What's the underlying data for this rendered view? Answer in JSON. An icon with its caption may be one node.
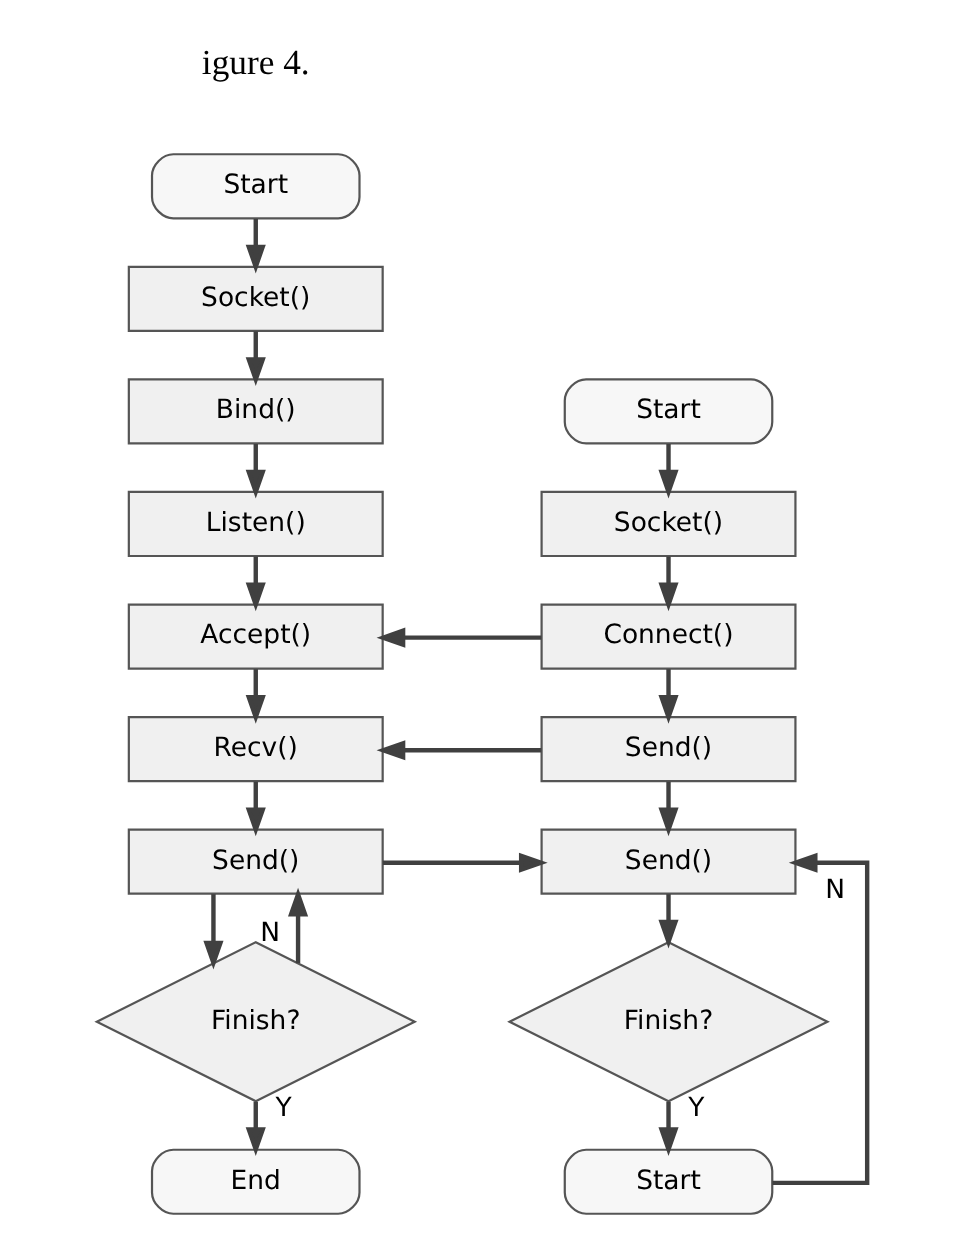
{
  "diagram": {
    "nodes": [
      {
        "text": [
          "Start"
        ]
      },
      {
        "text": [
          "Socket()"
        ]
      },
      {
        "text": [
          "Bind()"
        ]
      },
      {
        "text": [
          "Listen()"
        ]
      },
      {
        "text": [
          "Accept()"
        ]
      },
      {
        "text": [
          "Recv()"
        ]
      },
      {
        "text": [
          "Send()"
        ]
      },
      {
        "text": [
          "Finish?"
        ]
      },
      {
        "text": [
          "End"
        ]
      },
      {
        "text": [
          "Start"
        ]
      },
      {
        "text": [
          "Socket()"
        ]
      },
      {
        "text": [
          "Connect()"
        ]
      },
      {
        "text": [
          "Send()"
        ]
      },
      {
        "text": [
          "Send()"
        ]
      },
      {
        "text": [
          "Finish?"
        ]
      },
      {
        "text": [
          "Start"
        ]
      }
    ],
    "edges": [
      {
        "from": 0,
        "to": 1,
        "arrow": "to"
      },
      {
        "from": 1,
        "to": 2,
        "arrow": "to"
      },
      {
        "from": 2,
        "to": 3,
        "arrow": "to"
      },
      {
        "from": 3,
        "to": 4,
        "arrow": "to"
      },
      {
        "from": 4,
        "to": 5,
        "arrow": "to"
      },
      {
        "from": 5,
        "to": 6,
        "arrow": "to"
      },
      {
        "from": 6,
        "to": 7,
        "arrow": "to"
      },
      {
        "from": 7,
        "to": 8,
        "arrow": "to",
        "label": "Y"
      },
      {
        "from": 7,
        "to": 6,
        "arrow": "to",
        "label": "N"
      },
      {
        "from": 9,
        "to": 10,
        "arrow": "to"
      },
      {
        "from": 10,
        "to": 11,
        "arrow": "to"
      },
      {
        "from": 11,
        "to": 4,
        "arrow": "to"
      },
      {
        "from": 11,
        "to": 12,
        "arrow": "to"
      },
      {
        "from": 12,
        "to": 5,
        "arrow": "to"
      },
      {
        "from": 12,
        "to": 13,
        "arrow": "to"
      },
      {
        "from": 6,
        "to": 13,
        "arrow": "to"
      },
      {
        "from": 13,
        "to": 14,
        "arrow": "to"
      },
      {
        "from": 14,
        "to": 15,
        "arrow": "to",
        "label": "Y"
      },
      {
        "from": 15,
        "to": 13,
        "arrow": "to",
        "label": "N"
      }
    ],
    "labels": [
      "igure 4."
    ]
  }
}
